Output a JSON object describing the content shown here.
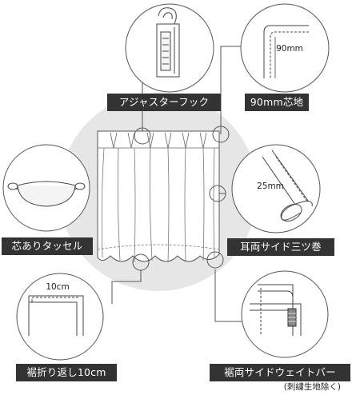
{
  "labels": {
    "adjuster_hook": "アジャスターフック",
    "core_90mm": "90mm芯地",
    "tassel": "芯ありタッセル",
    "ear_side_fold": "耳両サイド三ツ巻",
    "hem_fold": "裾折り返し10cm",
    "hem_side_weight": "裾両サイドウェイトバー"
  },
  "dimensions": {
    "core": "90mm",
    "ear": "25mm",
    "hem": "10cm"
  },
  "note": "(刺繍生地除く)",
  "colors": {
    "label_bg": "#333333",
    "label_text": "#ffffff",
    "line": "#555555",
    "background_blob": "#e6e6e6"
  }
}
